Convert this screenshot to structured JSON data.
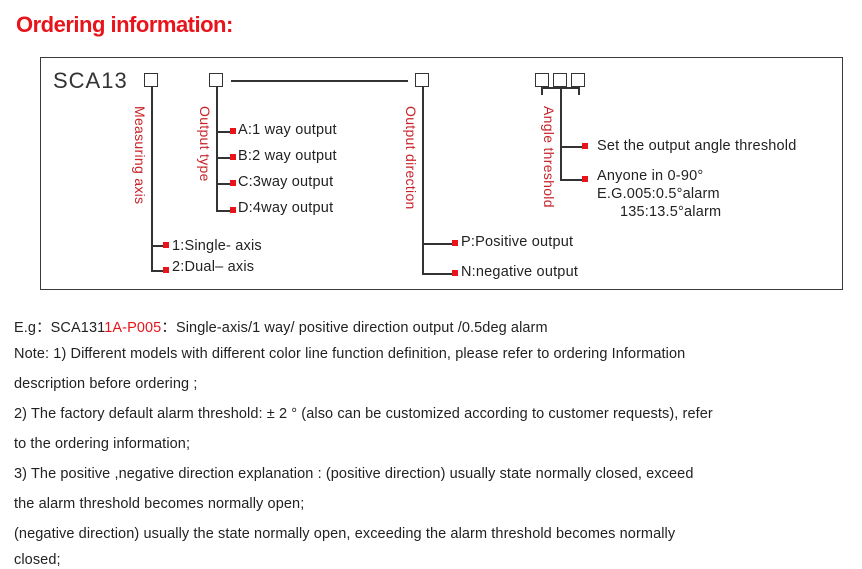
{
  "title": "Ordering information:",
  "diagram": {
    "model": "SCA13",
    "measuring_axis": {
      "label": "Measuring axis",
      "options": [
        "1:Single- axis",
        "2:Dual– axis"
      ]
    },
    "output_type": {
      "label": "Output type",
      "options": [
        "A:1 way output",
        "B:2 way output",
        "C:3way output",
        "D:4way output"
      ]
    },
    "output_direction": {
      "label": "Output direction",
      "options": [
        "P:Positive output",
        "N:negative output"
      ]
    },
    "angle_threshold": {
      "label": "Angle threshold",
      "options": [
        "Set the output angle threshold",
        "Anyone in 0-90°"
      ],
      "examples": [
        "E.G.005:0.5°alarm",
        "135:13.5°alarm"
      ]
    }
  },
  "example": {
    "prefix": "E.g：SCA131",
    "highlight": "1A-P005",
    "suffix": "：Single-axis/1 way/ positive direction output /0.5deg alarm"
  },
  "notes": [
    "Note: 1) Different models with different color line function definition, please refer to ordering Information",
    "description before ordering ;",
    "2) The factory default alarm threshold: ± 2 ° (also can be customized according to customer requests), refer",
    "to the ordering information;",
    "3) The positive ,negative direction explanation : (positive direction) usually state normally closed, exceed",
    "the alarm threshold becomes normally open;",
    "(negative direction) usually the state normally open, exceeding the alarm threshold becomes normally",
    "closed;"
  ],
  "colors": {
    "accent": "#e8141b",
    "label": "#c8232a",
    "line": "#333333"
  }
}
